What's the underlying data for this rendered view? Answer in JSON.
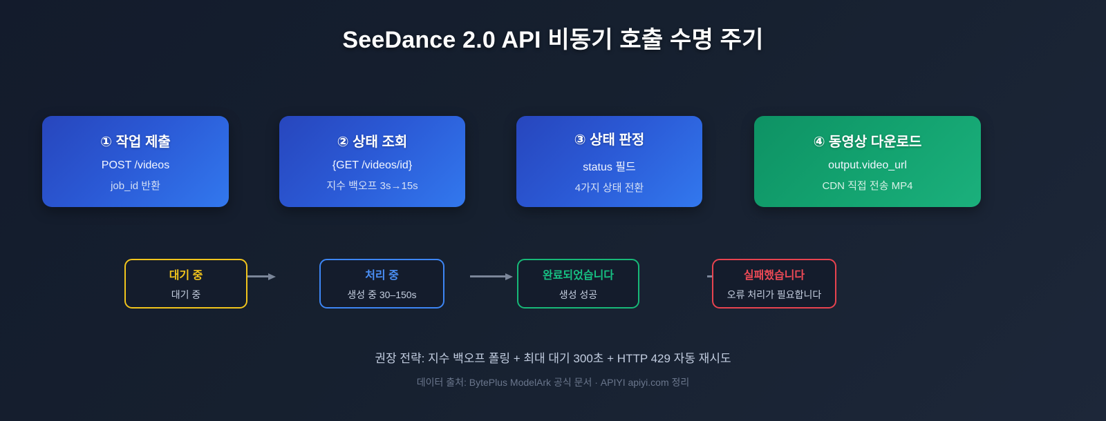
{
  "page": {
    "title": "SeeDance 2.0 API 비동기 호출 수명 주기",
    "background_color": "#141c2e"
  },
  "flow": {
    "steps": [
      {
        "title": "① 작업 제출",
        "line1": "POST /videos",
        "line2": "job_id 반환",
        "color": "#2b5ad6",
        "variant": "blue"
      },
      {
        "title": "② 상태 조회",
        "line1": "{GET /videos/id}",
        "line2": "지수 백오프 3s→15s",
        "color": "#2b5ad6",
        "variant": "blue"
      },
      {
        "title": "③ 상태 판정",
        "line1": "status 필드",
        "line2": "4가지 상태 전환",
        "color": "#2b5ad6",
        "variant": "blue"
      },
      {
        "title": "④ 동영상 다운로드",
        "line1": "output.video_url",
        "line2": "CDN 직접 전송 MP4",
        "color": "#13a26f",
        "variant": "green"
      }
    ],
    "connector_color": "#7b8699"
  },
  "statuses": [
    {
      "label": "대기 중",
      "description": "대기 중",
      "color": "#f2c51c"
    },
    {
      "label": "처리 중",
      "description": "생성 중 30–150s",
      "color": "#3d86f5"
    },
    {
      "label": "완료되었습니다",
      "description": "생성 성공",
      "color": "#17b978"
    },
    {
      "label": "실패했습니다",
      "description": "오류 처리가 필요합니다",
      "color": "#e8434f"
    }
  ],
  "footer": {
    "note": "권장 전략: 지수 백오프 폴링 + 최대 대기 300초 + HTTP 429 자동 재시도",
    "source": "데이터 출처: BytePlus ModelArk 공식 문서 · APIYI apiyi.com 정리"
  }
}
